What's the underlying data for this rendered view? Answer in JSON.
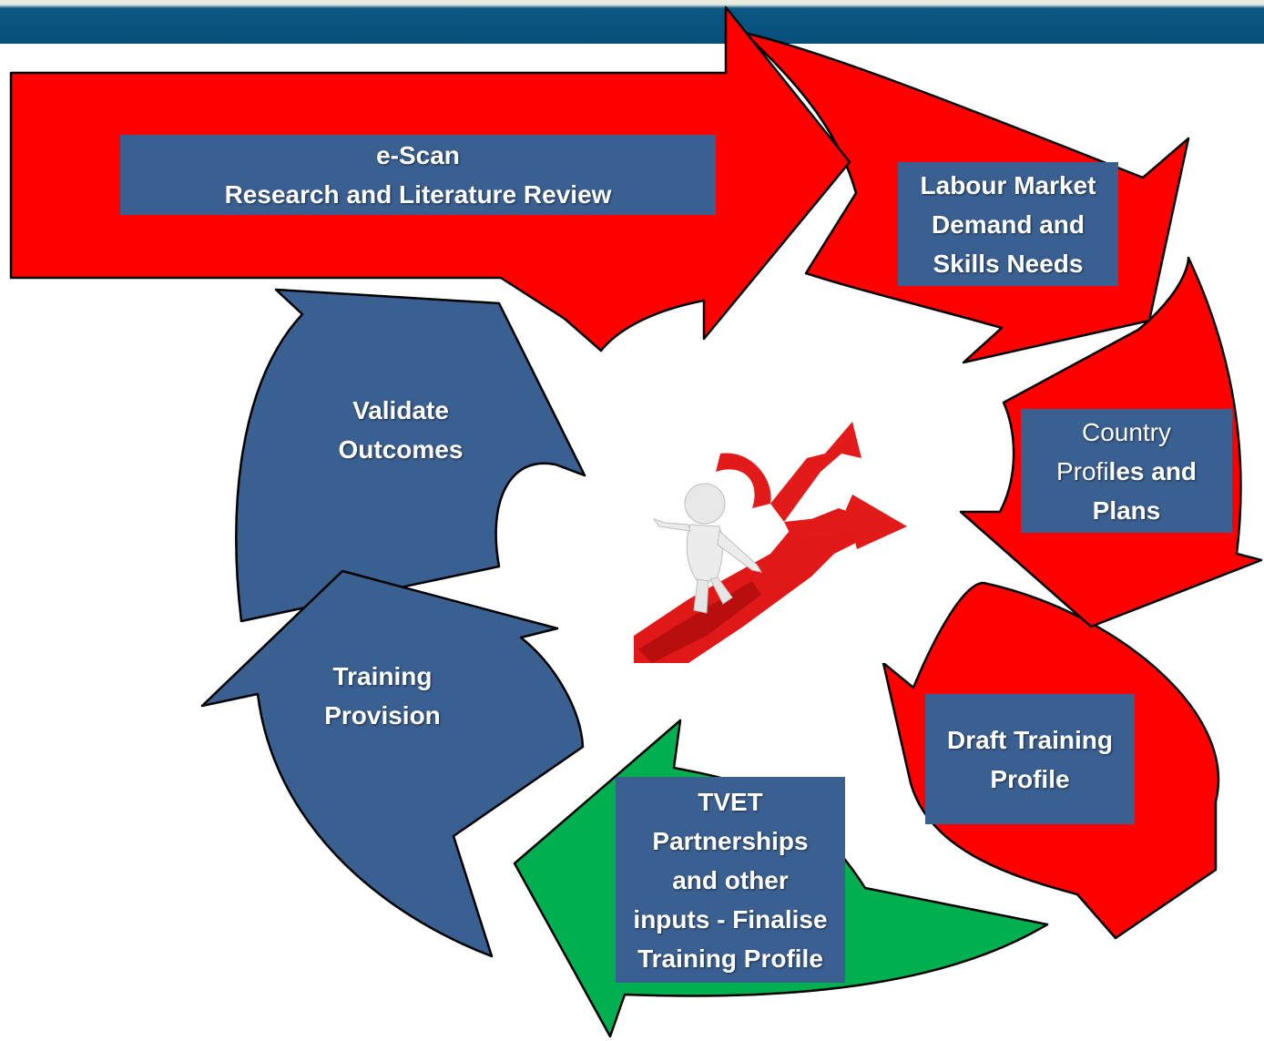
{
  "diagram": {
    "labels": {
      "escan": [
        "e-Scan",
        "Research and Literature Review"
      ],
      "labour_market": [
        "Labour Market",
        "Demand and",
        "Skills Needs"
      ],
      "country_profiles": {
        "line1": "Country",
        "line2_light": "Profi",
        "line2_bold": "les and",
        "line3": "Plans"
      },
      "draft_profile": [
        "Draft Training",
        "Profile"
      ],
      "tvet": [
        "TVET",
        "Partnerships",
        "and other",
        "inputs - Finalise",
        "Training Profile"
      ],
      "training_provision": [
        "Training",
        "Provision"
      ],
      "validate": [
        "Validate",
        "Outcomes"
      ]
    },
    "center_icon": "person-at-crossroads-arrows-icon",
    "colors": {
      "header": "#07507a",
      "red_arrow": "#ff0000",
      "blue_arrow": "#3a5f91",
      "green_arrow": "#00b050",
      "label_box": "#3a5f91"
    }
  }
}
